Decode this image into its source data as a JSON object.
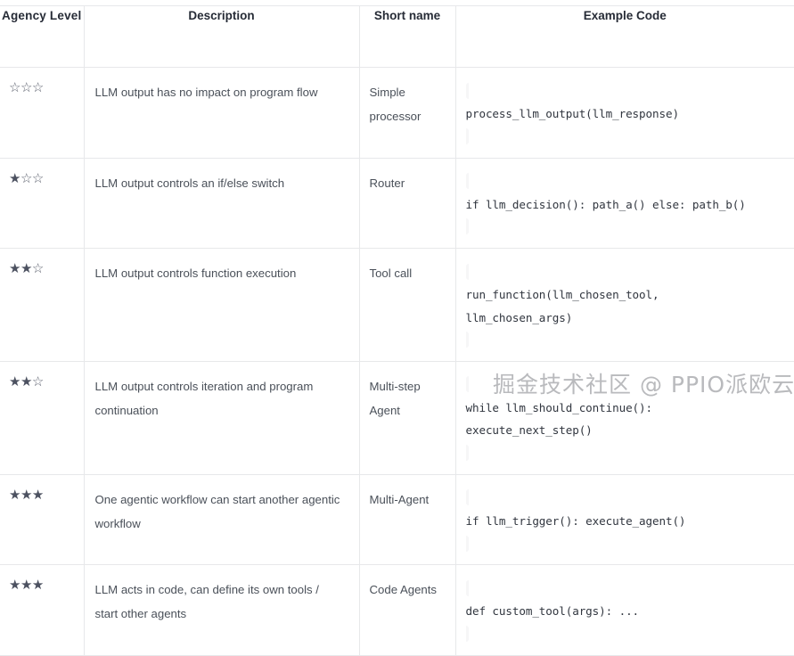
{
  "table": {
    "columns": [
      {
        "key": "level",
        "label": "Agency Level"
      },
      {
        "key": "description",
        "label": "Description"
      },
      {
        "key": "short_name",
        "label": "Short name"
      },
      {
        "key": "example_code",
        "label": "Example Code"
      }
    ],
    "star_glyphs": {
      "filled": "★",
      "empty": "☆"
    },
    "rows": [
      {
        "stars_filled": 0,
        "stars_total": 3,
        "stars_text": "☆☆☆",
        "description": "LLM output has no impact on program flow",
        "short_name": "Simple processor",
        "code_lines": [
          "process_llm_output(llm_response)"
        ]
      },
      {
        "stars_filled": 1,
        "stars_total": 3,
        "stars_text": "★☆☆",
        "description": "LLM output controls an if/else switch",
        "short_name": "Router",
        "code_lines": [
          "if llm_decision(): path_a() else: path_b()"
        ]
      },
      {
        "stars_filled": 2,
        "stars_total": 3,
        "stars_text": "★★☆",
        "description": "LLM output controls function execution",
        "short_name": "Tool call",
        "code_lines": [
          "run_function(llm_chosen_tool,",
          "llm_chosen_args)"
        ]
      },
      {
        "stars_filled": 2,
        "stars_total": 3,
        "stars_text": "★★☆",
        "description": "LLM output controls iteration and program continuation",
        "short_name": "Multi-step Agent",
        "code_lines": [
          "while llm_should_continue():",
          "execute_next_step()"
        ]
      },
      {
        "stars_filled": 3,
        "stars_total": 3,
        "stars_text": "★★★",
        "description": "One agentic workflow can start another agentic workflow",
        "short_name": "Multi-Agent",
        "code_lines": [
          "if llm_trigger(): execute_agent()"
        ]
      },
      {
        "stars_filled": 3,
        "stars_total": 3,
        "stars_text": "★★★",
        "description": "LLM acts in code, can define its own tools / start other agents",
        "short_name": "Code Agents",
        "code_lines": [
          "def custom_tool(args): ..."
        ]
      }
    ]
  },
  "watermark": {
    "text": "掘金技术社区 @ PPIO派欧云"
  },
  "colors": {
    "border": "#e7e8ea",
    "header_text": "#262b36",
    "body_text": "#4a5059",
    "code_text": "#31363f",
    "code_bg": "#f6f6f7",
    "star": "#4c5160",
    "watermark": "#b9babd"
  }
}
